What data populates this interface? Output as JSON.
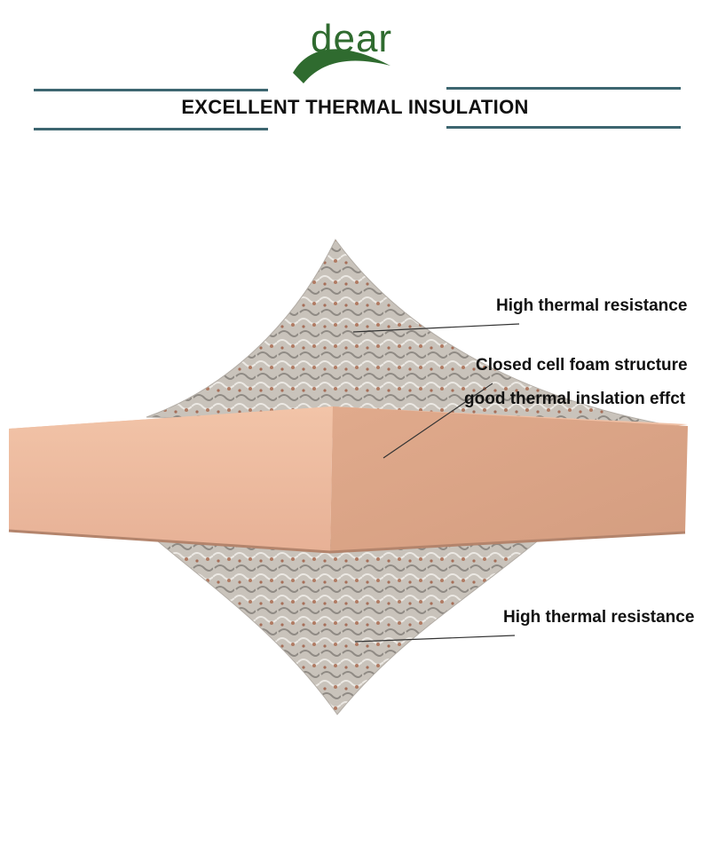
{
  "brand": {
    "logo_text": "dear",
    "brand_color": "#2f6b2f"
  },
  "header": {
    "title": "EXCELLENT THERMAL INSULATION",
    "rule_color": "#3d6670"
  },
  "product": {
    "subject": "foam-board-with-foil-facing"
  },
  "callouts": [
    {
      "text": "High thermal resistance"
    },
    {
      "text": "Closed cell foam structure"
    },
    {
      "text": "good thermal inslation effct"
    },
    {
      "text": "High thermal resistance"
    }
  ]
}
